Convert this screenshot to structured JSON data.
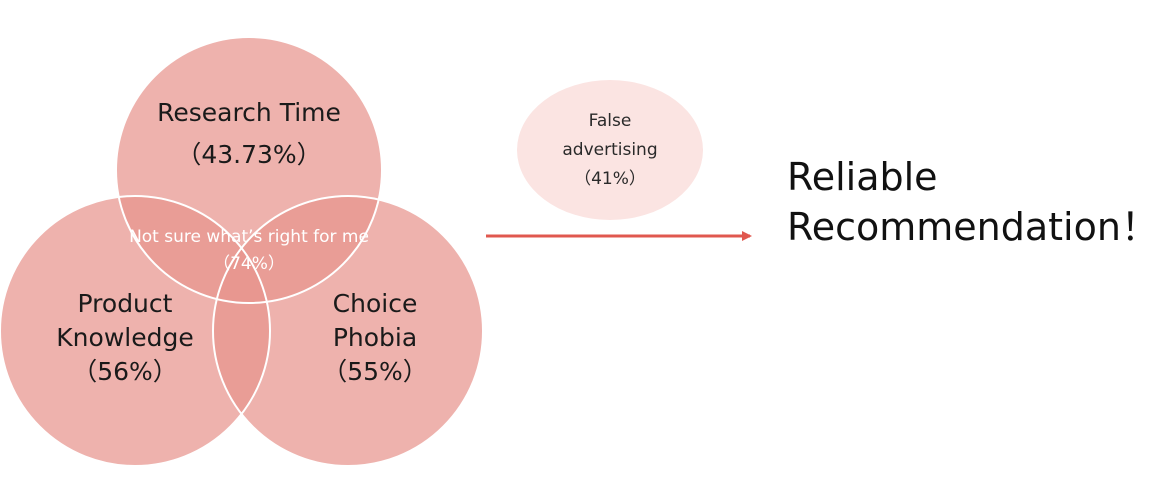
{
  "diagram": {
    "circles": [
      {
        "id": "research",
        "lines": [
          "Research Time",
          "（43.73%）"
        ]
      },
      {
        "id": "knowledge",
        "lines": [
          "Product",
          "Knowledge",
          "（56%）"
        ]
      },
      {
        "id": "choice",
        "lines": [
          "Choice",
          "Phobia",
          "（55%）"
        ]
      }
    ],
    "overlap": {
      "lines": [
        "Not sure what’s right for me",
        "（74%）"
      ]
    },
    "side_bubble": {
      "lines": [
        "False",
        "advertising",
        "（41%）"
      ]
    },
    "headline": {
      "lines": [
        "Reliable",
        "Recommendation！"
      ]
    },
    "colors": {
      "circle_fill": "#e8948e",
      "circle_stroke": "#ffffff",
      "overlap_highlight": "#e85c52",
      "side_bubble_fill": "#fbe4e2",
      "arrow": "#e0584f"
    }
  }
}
